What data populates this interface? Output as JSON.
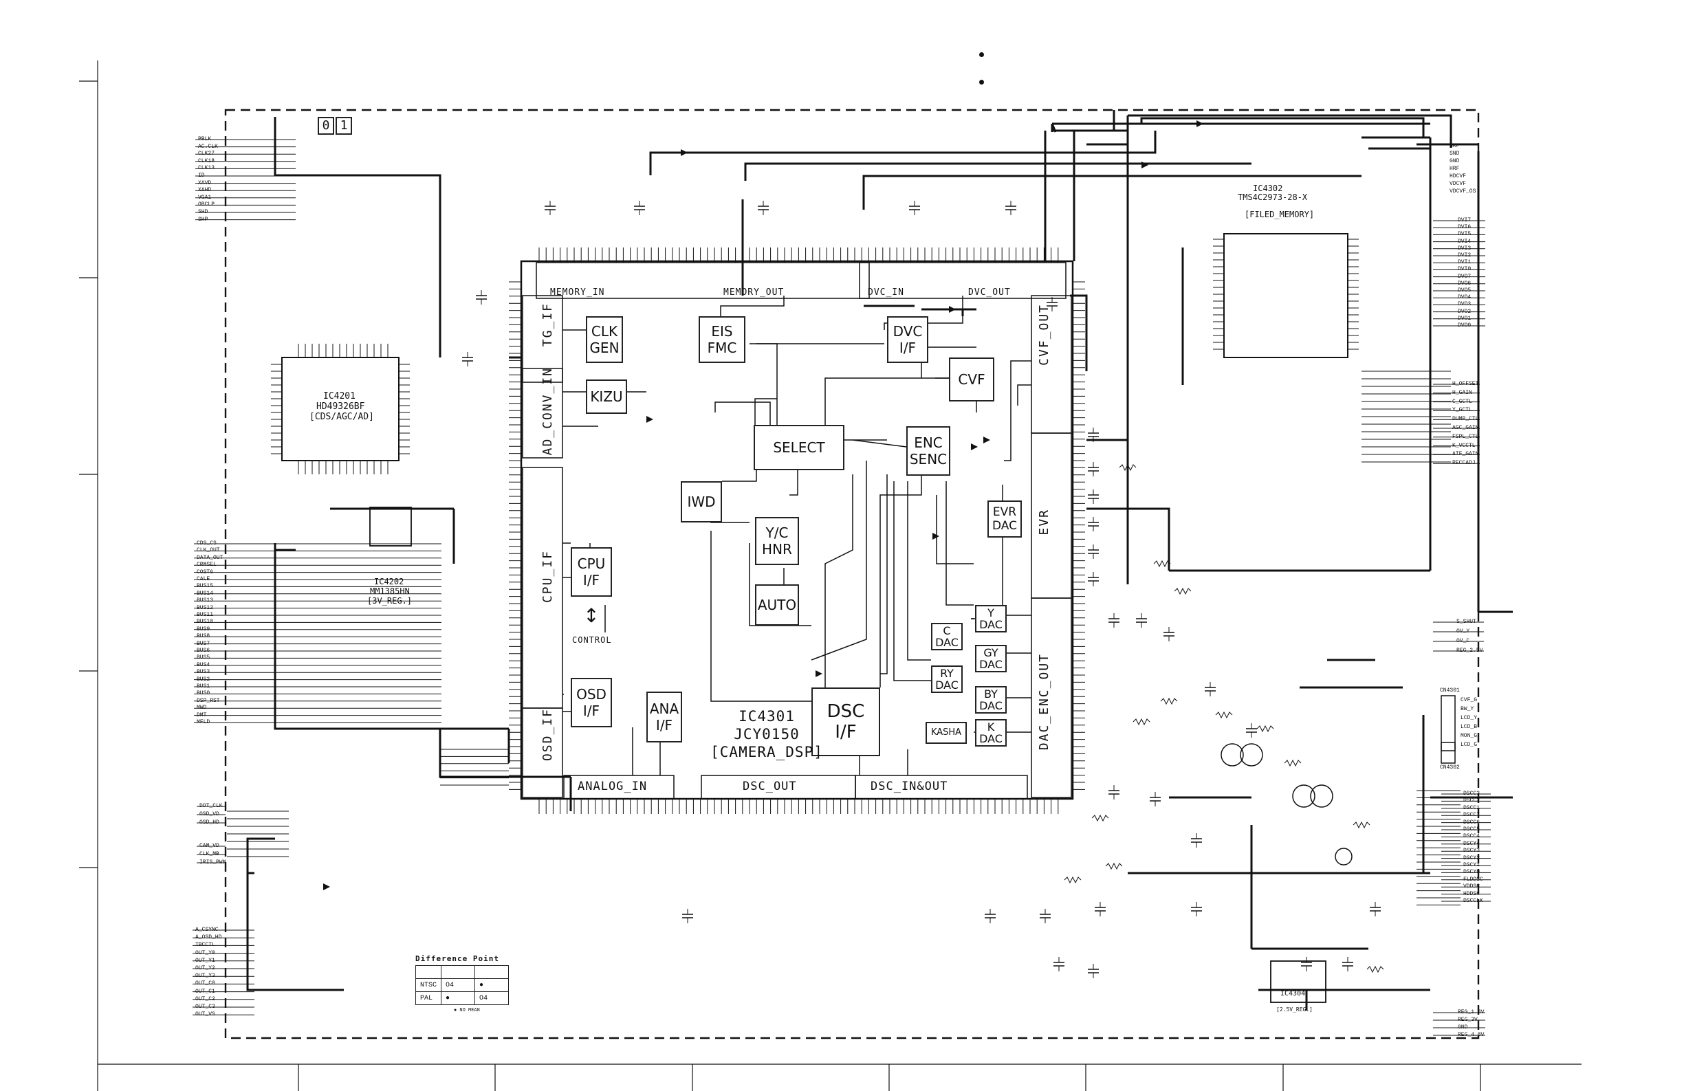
{
  "sheet": {
    "panel_indices": [
      "0",
      "1"
    ],
    "header_bullets": 2
  },
  "main_ic": {
    "ref": "IC4301",
    "part": "JCY0150",
    "function": "[CAMERA_DSP]"
  },
  "blocks": {
    "clk_gen": "CLK\nGEN",
    "eis_fmc": "EIS\nFMC",
    "dvc_if": "DVC\nI/F",
    "cvf": "CVF",
    "kizu": "KIZU",
    "select": "SELECT",
    "enc_senc": "ENC\nSENC",
    "iwd": "IWD",
    "yc_hnr": "Y/C\nHNR",
    "auto": "AUTO",
    "evr_dac": "EVR\nDAC",
    "cpu_if": "CPU\nI/F",
    "osd_if": "OSD\nI/F",
    "ana_if": "ANA\nI/F",
    "dsc_if": "DSC\nI/F",
    "y_dac": "Y\nDAC",
    "c_dac": "C\nDAC",
    "gy_dac": "GY\nDAC",
    "ry_dac": "RY\nDAC",
    "by_dac": "BY\nDAC",
    "kasha": "KASHA",
    "k_dac": "K\nDAC",
    "control": "CONTROL"
  },
  "port_groups": {
    "memory_in": "MEMORY_IN",
    "memory_out": "MEMORY_OUT",
    "dvc_in": "DVC_IN",
    "dvc_out": "DVC_OUT",
    "tg_if": "TG_IF",
    "ad_conv_in": "AD_CONV_IN",
    "cpu_if": "CPU_IF",
    "osd_if": "OSD_IF",
    "cvf_out": "CVF_OUT",
    "evr": "EVR",
    "dac_enc_out": "DAC_ENC_OUT",
    "analog_in": "ANALOG_IN",
    "dsc_out": "DSC_OUT",
    "dsc_in_out": "DSC_IN&OUT"
  },
  "ics": {
    "ic4201": {
      "ref": "IC4201",
      "part": "HD49326BF",
      "function": "[CDS/AGC/AD]"
    },
    "ic4202": {
      "ref": "IC4202",
      "part": "MM1385HN",
      "function": "[3V_REG.]"
    },
    "ic4302": {
      "ref": "IC4302",
      "part": "TMS4C2973-28-X",
      "function": "[FILED_MEMORY]"
    },
    "ic4304": {
      "ref": "IC4304",
      "part": "",
      "function": "[2.5V_REG.]"
    }
  },
  "left_connector_signals": [
    "PBLK",
    "AC.CLK",
    "CLK27",
    "CLK18",
    "CLK13",
    "ID",
    "XAVD",
    "XAHD",
    "VGA1",
    "OBCLP",
    "SHD",
    "SHP"
  ],
  "cpu_bus_signals": [
    "CDS_CS",
    "CLK_OUT",
    "DATA_OUT",
    "CRMSEL",
    "COST6",
    "CALE",
    "BUS15",
    "BUS14",
    "BUS13",
    "BUS12",
    "BUS11",
    "BUS10",
    "BUS9",
    "BUS8",
    "BUS7",
    "BUS6",
    "BUS5",
    "BUS4",
    "BUS3",
    "BUS2",
    "BUS1",
    "BUS0",
    "DSP_RST",
    "MWD",
    "DMT",
    "MFLD"
  ],
  "osd_signals": [
    "DOT_CLK",
    "OSD_VD",
    "OSD_HD"
  ],
  "cam_signals": [
    "CAM_VD",
    "CLK_MB",
    "IRIS_PWM"
  ],
  "bottom_left_signals": [
    "A_CSYNC",
    "A_OSD_HD",
    "TBCCTL",
    "OUT_Y0",
    "OUT_Y1",
    "OUT_Y2",
    "OUT_Y3",
    "OUT_C0",
    "OUT_C1",
    "OUT_C2",
    "OUT_C3",
    "OUT_VS"
  ],
  "right_top_signals": [
    "HRF",
    "SND",
    "GND",
    "HRF",
    "HDCVF",
    "VDCVF",
    "VDCVF_OS"
  ],
  "right_data_signals": [
    "DVI7",
    "DVI6",
    "DVI5",
    "DVI4",
    "DVI3",
    "DVI2",
    "DVI1",
    "DVI0",
    "DVO7",
    "DVO6",
    "DVO5",
    "DVO4",
    "DVO3",
    "DVO2",
    "DVO1",
    "DVO0"
  ],
  "right_mid_signals": [
    "H_OFFSET",
    "H_GAIN",
    "C_GCTL",
    "Y_GCTL",
    "DUMP_CTL",
    "AGC_GAIN",
    "FSPL_CTL",
    "K_VCCTL",
    "ATF_GAIN",
    "RECCADJ"
  ],
  "right_lower_signals": [
    "S_SHUT",
    "OV_Y",
    "OV_C",
    "REG_2.5V"
  ],
  "right_cn_signals": [
    "CVF_G",
    "BW_Y",
    "LCD_Y",
    "LCD_B",
    "MON_G",
    "LCD_G"
  ],
  "right_dsc_signals": [
    "DSCC3",
    "DSCC2",
    "DSCC1",
    "DSCC7",
    "DSCC6",
    "DSCC5",
    "DSCC4",
    "DSCY4",
    "DSCY3",
    "DSCY2",
    "DSCY1",
    "DSCY0",
    "FLDDSC",
    "VDDSC",
    "HDDSC",
    "DSCCLK"
  ],
  "right_bottom_signals": [
    "REG_1.8V",
    "REG_3V",
    "GND",
    "REG_4.8V"
  ],
  "connectors": {
    "cn4301": "CN4301",
    "cn4302": "CN4302"
  },
  "difference_point": {
    "title": "Difference Point",
    "rows": [
      {
        "system": "NTSC",
        "col1": "O4",
        "col2": "●"
      },
      {
        "system": "PAL",
        "col1": "●",
        "col2": "O4"
      }
    ],
    "note": "● NO MEAN"
  },
  "colors": {
    "line": "#111111",
    "paper": "#ffffff"
  }
}
